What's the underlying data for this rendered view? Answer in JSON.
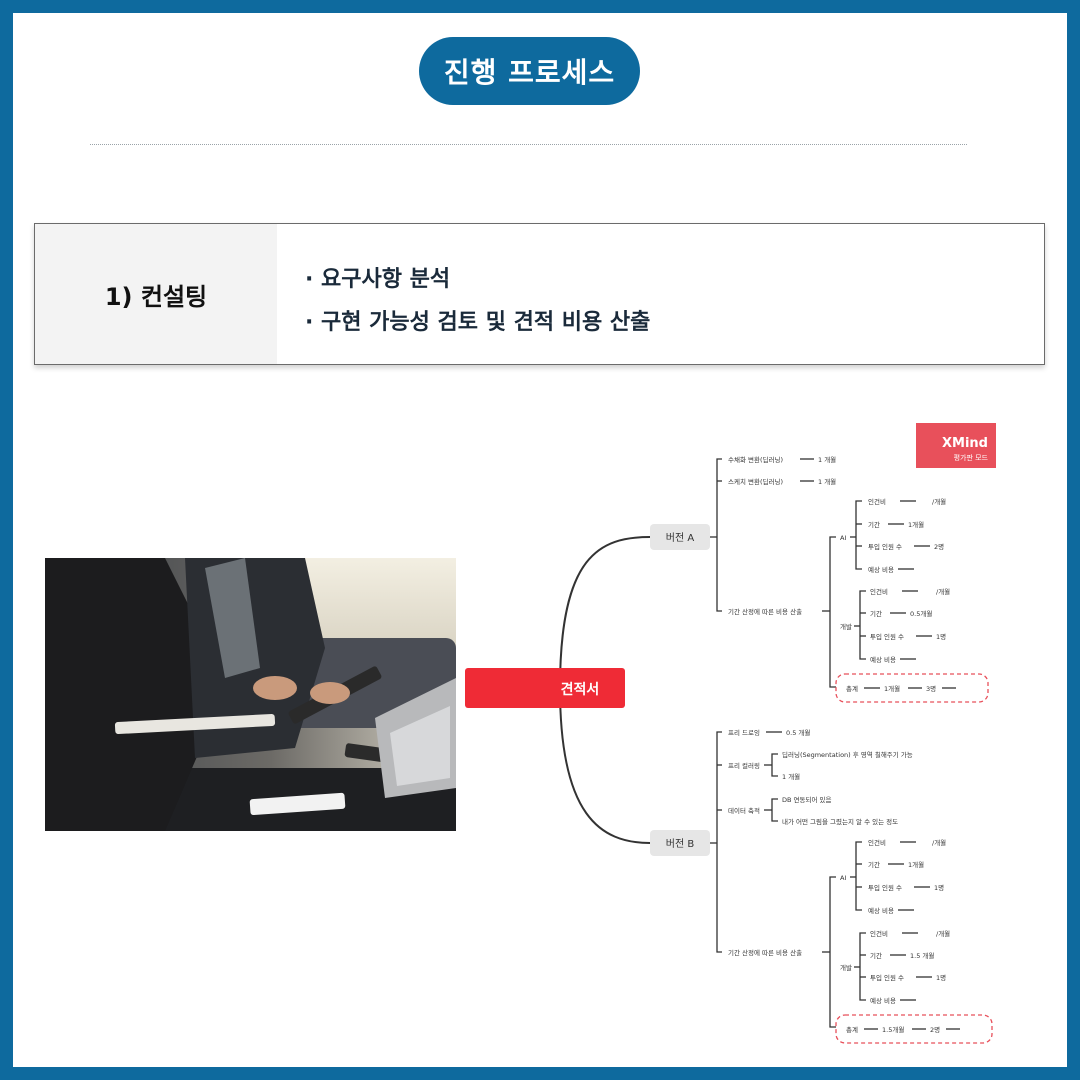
{
  "header": {
    "title": "진행 프로세스"
  },
  "card": {
    "label": "1) 컨설팅",
    "items": [
      "요구사항 분석",
      "구현 가능성 검토 및 견적 비용 산출"
    ]
  },
  "mindmap": {
    "root": "견적서",
    "badge": {
      "title": "XMind",
      "subtitle": "평가판 모드"
    },
    "versionA": {
      "label": "버전 A",
      "row1": {
        "label": "수채화 변환(딥러닝)",
        "value": "1 개월"
      },
      "row2": {
        "label": "스케치 변환(딥러닝)",
        "value": "1 개월"
      },
      "cost_label": "기간 산정에 따른 비용 산출",
      "ai": {
        "label": "AI",
        "items": [
          {
            "label": "인건비",
            "value": "/개월"
          },
          {
            "label": "기간",
            "value": "1개월"
          },
          {
            "label": "투입 인원 수",
            "value": "2명"
          },
          {
            "label": "예상 비용",
            "value": ""
          }
        ]
      },
      "dev": {
        "label": "개발",
        "items": [
          {
            "label": "인건비",
            "value": "/개월"
          },
          {
            "label": "기간",
            "value": "0.5개월"
          },
          {
            "label": "투입 인원 수",
            "value": "1명"
          },
          {
            "label": "예상 비용",
            "value": ""
          }
        ]
      },
      "total": {
        "label": "총계",
        "period": "1개월",
        "people": "3명"
      }
    },
    "versionB": {
      "label": "버전 B",
      "row1": {
        "label": "프리 드로잉",
        "value": "0.5 개월"
      },
      "row2": {
        "label": "프리 컬러링",
        "sub1": "딥러닝(Segmentation) 후 영역 칠해주기 가능",
        "sub2": "1 개월"
      },
      "row3": {
        "label": "데이터 축적",
        "sub1": "DB 연동되어 있음",
        "sub2": "내가 어떤 그림을 그렸는지 알 수 있는 정도"
      },
      "cost_label": "기간 산정에 따른 비용 산출",
      "ai": {
        "label": "AI",
        "items": [
          {
            "label": "인건비",
            "value": "/개월"
          },
          {
            "label": "기간",
            "value": "1개월"
          },
          {
            "label": "투입 인원 수",
            "value": "1명"
          },
          {
            "label": "예상 비용",
            "value": ""
          }
        ]
      },
      "dev": {
        "label": "개발",
        "items": [
          {
            "label": "인건비",
            "value": "/개월"
          },
          {
            "label": "기간",
            "value": "1.5 개월"
          },
          {
            "label": "투입 인원 수",
            "value": "1명"
          },
          {
            "label": "예상 비용",
            "value": ""
          }
        ]
      },
      "total": {
        "label": "총계",
        "period": "1.5개월",
        "people": "2명"
      }
    }
  }
}
